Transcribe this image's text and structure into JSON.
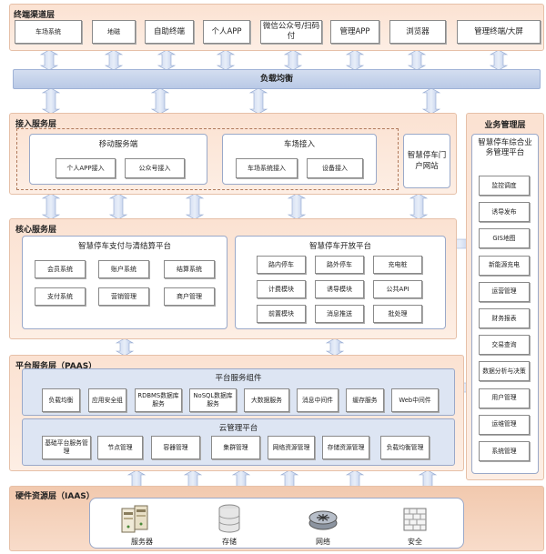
{
  "terminal_layer": {
    "title": "终端渠道层",
    "items": [
      "车场系统",
      "地磁",
      "自助终端",
      "个人APP",
      "微信公众号/扫码付",
      "管理APP",
      "浏览器",
      "管理终端/大屏"
    ]
  },
  "load_balancer": "负载均衡",
  "access_layer": {
    "title": "接入服务层",
    "mobile": {
      "title": "移动服务端",
      "items": [
        "个人APP接入",
        "公众号接入"
      ]
    },
    "lot": {
      "title": "车场接入",
      "items": [
        "车场系统接入",
        "设备接入"
      ]
    },
    "portal": "智慧停车门户网站"
  },
  "core_layer": {
    "title": "核心服务层",
    "payment": {
      "title": "智慧停车支付与清结算平台",
      "items": [
        "会员系统",
        "账户系统",
        "结算系统",
        "支付系统",
        "营销管理",
        "商户管理"
      ]
    },
    "open": {
      "title": "智慧停车开放平台",
      "items": [
        "路内停车",
        "路外停车",
        "充电桩",
        "计费模块",
        "诱导模块",
        "公共API",
        "前置模块",
        "消息推送",
        "批处理"
      ]
    }
  },
  "paas_layer": {
    "title": "平台服务层（PAAS）",
    "components": {
      "title": "平台服务组件",
      "items": [
        "负载均衡",
        "应用安全组",
        "RDBMS数据库服务",
        "NoSQL数据库服务",
        "大数据服务",
        "消息中间件",
        "缓存服务",
        "Web中间件"
      ]
    },
    "cloud": {
      "title": "云管理平台",
      "items": [
        "基础平台服务管理",
        "节点管理",
        "容器管理",
        "集群管理",
        "网络资源管理",
        "存储资源管理",
        "负载均衡管理"
      ]
    }
  },
  "iaas_layer": {
    "title": "硬件资源层（IAAS）",
    "items": [
      "服务器",
      "存储",
      "网络",
      "安全"
    ]
  },
  "business_layer": {
    "title": "业务管理层",
    "platform": "智慧停车综合业务管理平台",
    "items": [
      "监控调度",
      "诱导发布",
      "GIS地图",
      "新能源充电",
      "运营管理",
      "财务报表",
      "交易查询",
      "数据分析与决策",
      "用户管理",
      "运维管理",
      "系统管理"
    ]
  },
  "colors": {
    "layer_bg": "#fbe2d2",
    "panel_blue": "#dde5f3",
    "arrow": "#b5c6e6",
    "border": "#9aa9c9"
  }
}
